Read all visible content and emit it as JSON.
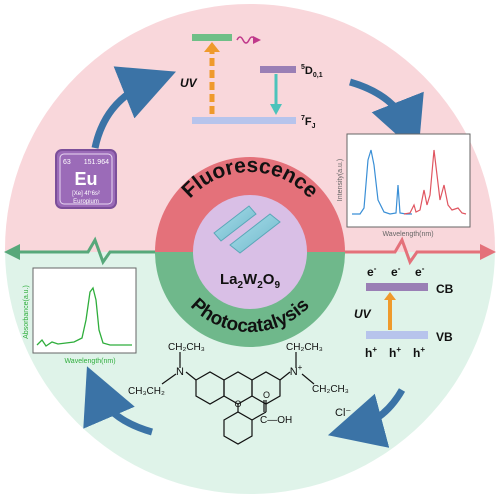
{
  "center": {
    "top_label": "Fluorescence",
    "bottom_label": "Photocatalysis",
    "formula": {
      "p1": "La",
      "s1": "2",
      "p2": "W",
      "s2": "2",
      "p3": "O",
      "s3": "9"
    }
  },
  "element_tile": {
    "number": "63",
    "mass": "151.964",
    "symbol": "Eu",
    "config": "[Xe] 4f⁷6s²",
    "name": "Europium"
  },
  "energy_levels": {
    "excitation": "UV",
    "upper_level_main": "D",
    "upper_level_sup": "5",
    "upper_level_sub": "0,1",
    "lower_level_main": "F",
    "lower_level_sup": "7",
    "lower_level_sub": "J"
  },
  "spectrum_emission": {
    "ylabel": "Intensity(a.u.)",
    "xlabel": "Wavelength(nm)"
  },
  "spectrum_absorbance": {
    "ylabel": "Absorbance(a.u.)",
    "xlabel": "Wavelength(nm)"
  },
  "band": {
    "uv": "UV",
    "cb": "CB",
    "vb": "VB",
    "electron": "e",
    "electron_sup": "-",
    "hole": "h",
    "hole_sup": "+"
  },
  "molecule": {
    "left_group": "N",
    "left_top_sub": "CH₂CH₃",
    "left_side": "CH₃CH₂",
    "right_group": "N",
    "right_plus": "+",
    "right_top": "CH₂CH₃",
    "right_side": "CH₂CH₃",
    "ring_atom": "O",
    "acid": "C—OH",
    "acid_o": "O",
    "counter_ion": "Cl⁻"
  },
  "colors": {
    "top_half": "#f9d7db",
    "bottom_half": "#dff3e9",
    "fluor_ring": "#e4717a",
    "photo_ring": "#6fb88b",
    "core": "#d9bfe6",
    "arrow_blue": "#3b73a6",
    "orange": "#ef9a2c",
    "teal": "#4cc3bb",
    "level_top": "#6fbf87",
    "level_purple": "#9a7fb5",
    "level_base": "#b7c4ec",
    "eu_tile": "#9b6bb8"
  }
}
